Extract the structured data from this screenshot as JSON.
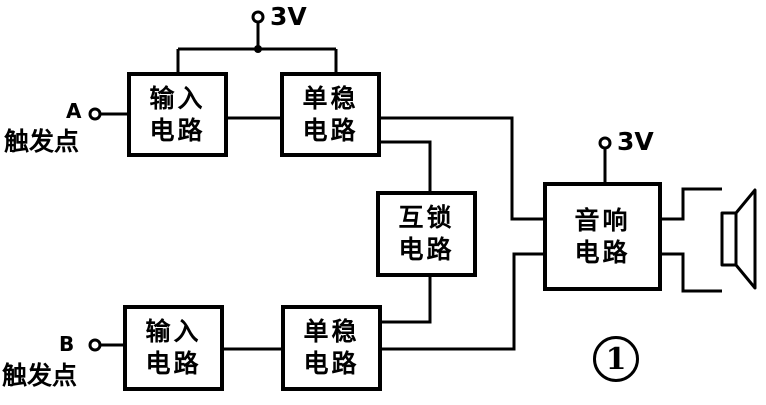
{
  "power": {
    "label_top": "3V",
    "label_right": "3V"
  },
  "trigger_a": {
    "letter": "A",
    "text": "触发点"
  },
  "trigger_b": {
    "letter": "B",
    "text": "触发点"
  },
  "input_a": {
    "line1": "输入",
    "line2": "电路"
  },
  "mono_a": {
    "line1": "单稳",
    "line2": "电路"
  },
  "interlock": {
    "line1": "互锁",
    "line2": "电路"
  },
  "input_b": {
    "line1": "输入",
    "line2": "电路"
  },
  "mono_b": {
    "line1": "单稳",
    "line2": "电路"
  },
  "sound": {
    "line1": "音响",
    "line2": "电路"
  },
  "figure_number": "1"
}
